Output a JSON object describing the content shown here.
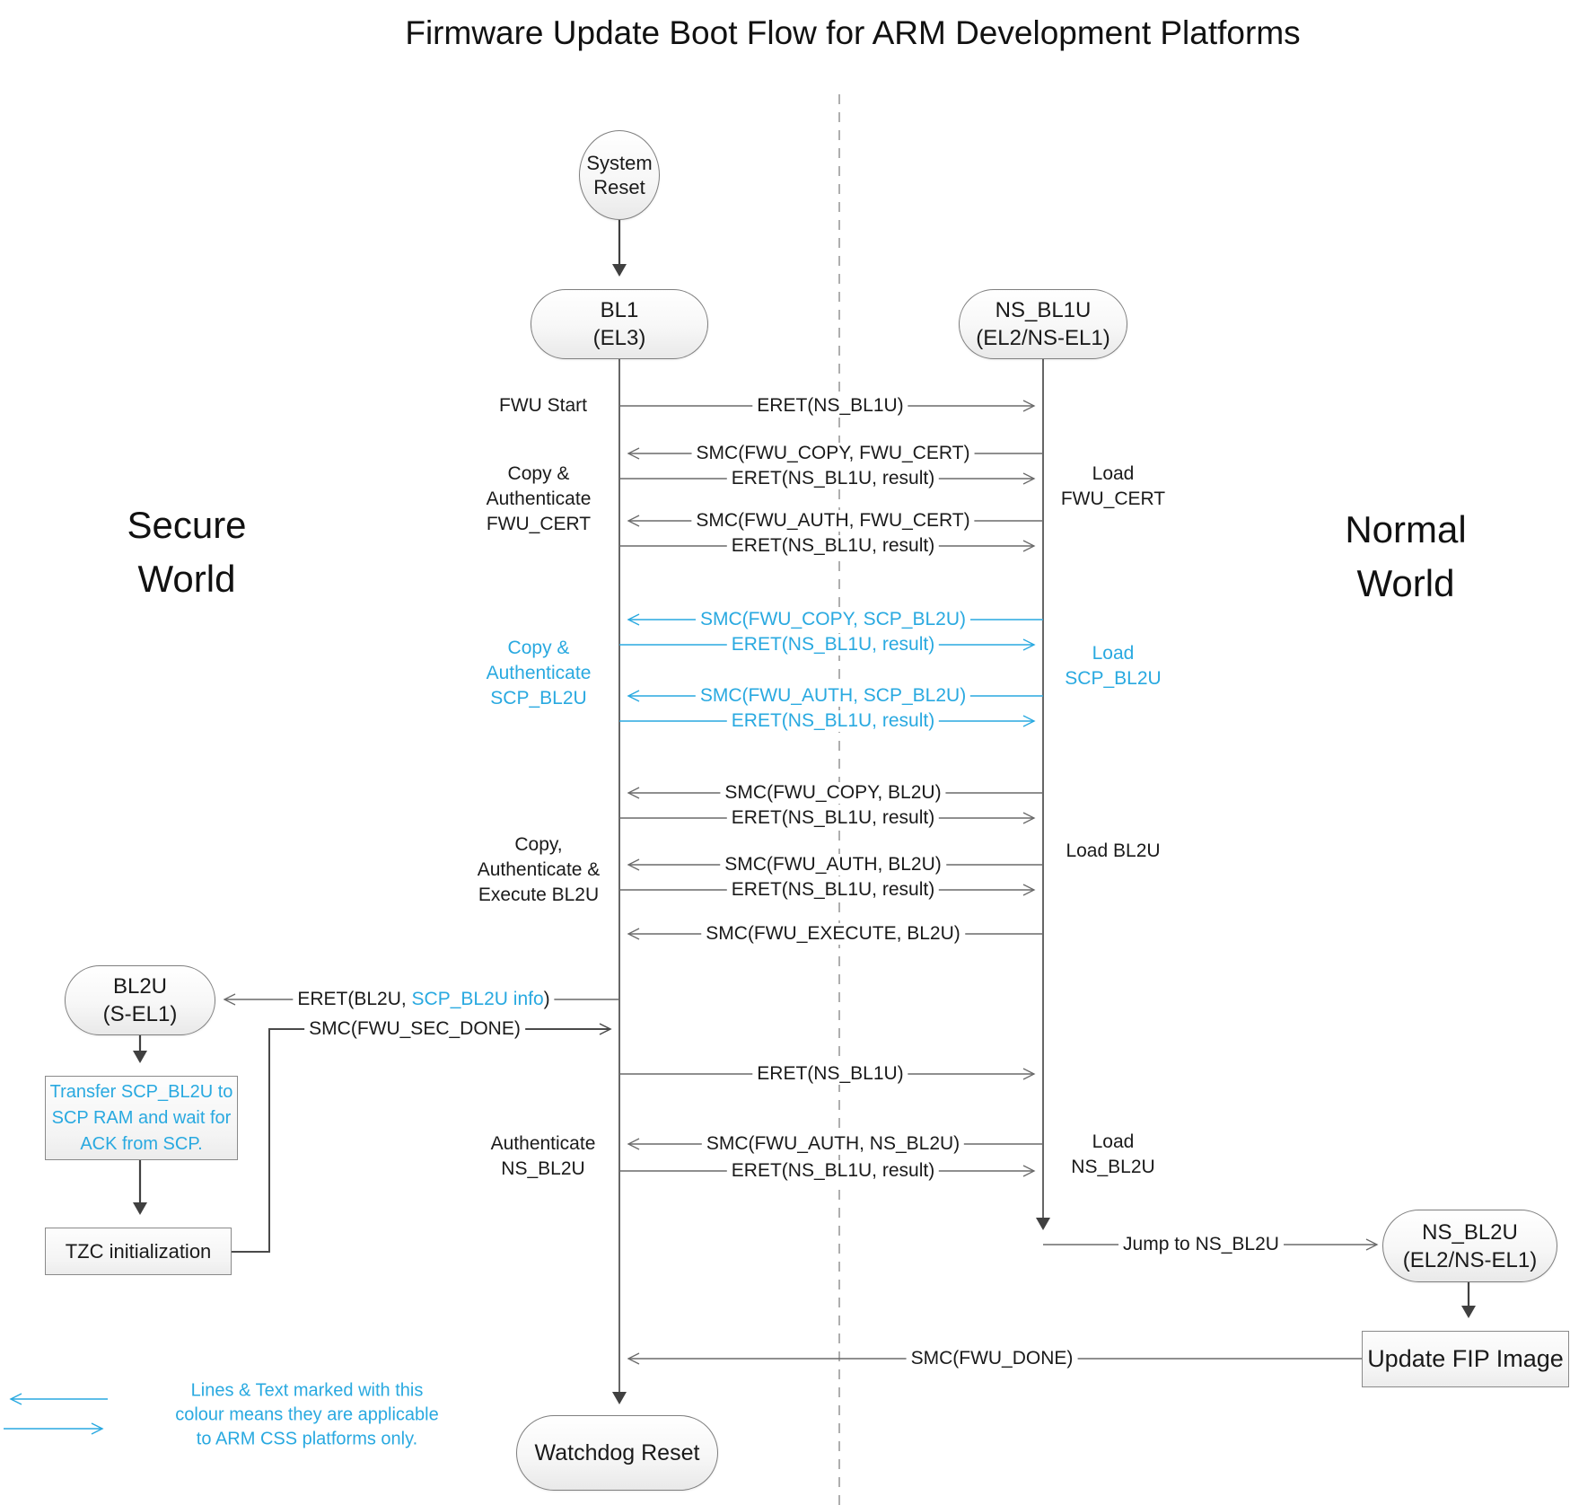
{
  "title": "Firmware Update Boot Flow for ARM Development Platforms",
  "worlds": {
    "secure": "Secure\nWorld",
    "normal": "Normal\nWorld"
  },
  "nodes": {
    "system_reset": {
      "line1": "System",
      "line2": "Reset"
    },
    "bl1": {
      "line1": "BL1",
      "line2": "(EL3)"
    },
    "ns_bl1u": {
      "line1": "NS_BL1U",
      "line2": "(EL2/NS-EL1)"
    },
    "bl2u": {
      "line1": "BL2U",
      "line2": "(S-EL1)"
    },
    "ns_bl2u": {
      "line1": "NS_BL2U",
      "line2": "(EL2/NS-EL1)"
    },
    "watchdog_reset": {
      "label": "Watchdog Reset"
    }
  },
  "process_boxes": {
    "transfer_scp_bl2u": "Transfer SCP_BL2U to\nSCP RAM and wait for\nACK from SCP.",
    "tzc_initialization": "TZC initialization",
    "update_fip_image": "Update FIP Image"
  },
  "stage_labels": {
    "fwu_start": "FWU Start",
    "copy_auth_fwu_cert": "Copy &\nAuthenticate\nFWU_CERT",
    "copy_auth_scp_bl2u": "Copy &\nAuthenticate\nSCP_BL2U",
    "copy_auth_exec_bl2u": "Copy,\nAuthenticate &\nExecute BL2U",
    "authenticate_ns_bl2u": "Authenticate\nNS_BL2U",
    "load_fwu_cert": "Load\nFWU_CERT",
    "load_scp_bl2u": "Load\nSCP_BL2U",
    "load_bl2u": "Load BL2U",
    "load_ns_bl2u": "Load\nNS_BL2U"
  },
  "messages": {
    "eret_ns_bl1u": "ERET(NS_BL1U)",
    "eret_ns_bl1u_result": "ERET(NS_BL1U, result)",
    "smc_fwu_copy_fwu_cert": "SMC(FWU_COPY, FWU_CERT)",
    "smc_fwu_auth_fwu_cert": "SMC(FWU_AUTH, FWU_CERT)",
    "smc_fwu_copy_scp_bl2u": "SMC(FWU_COPY, SCP_BL2U)",
    "smc_fwu_auth_scp_bl2u": "SMC(FWU_AUTH, SCP_BL2U)",
    "smc_fwu_copy_bl2u": "SMC(FWU_COPY, BL2U)",
    "smc_fwu_auth_bl2u": "SMC(FWU_AUTH, BL2U)",
    "smc_fwu_execute_bl2u": "SMC(FWU_EXECUTE, BL2U)",
    "eret_bl2u_prefix": "ERET(BL2U, ",
    "eret_bl2u_accent": "SCP_BL2U info",
    "eret_bl2u_suffix": ")",
    "smc_fwu_sec_done": "SMC(FWU_SEC_DONE)",
    "smc_fwu_auth_ns_bl2u": "SMC(FWU_AUTH, NS_BL2U)",
    "jump_to_ns_bl2u": "Jump to NS_BL2U",
    "smc_fwu_done": "SMC(FWU_DONE)"
  },
  "legend": {
    "note": "Lines & Text marked with this\ncolour means they are applicable\nto ARM CSS platforms only."
  },
  "colors": {
    "accent_blue": "#29A9E0",
    "line_gray": "#6a6a6a",
    "line_dark": "#404040"
  }
}
